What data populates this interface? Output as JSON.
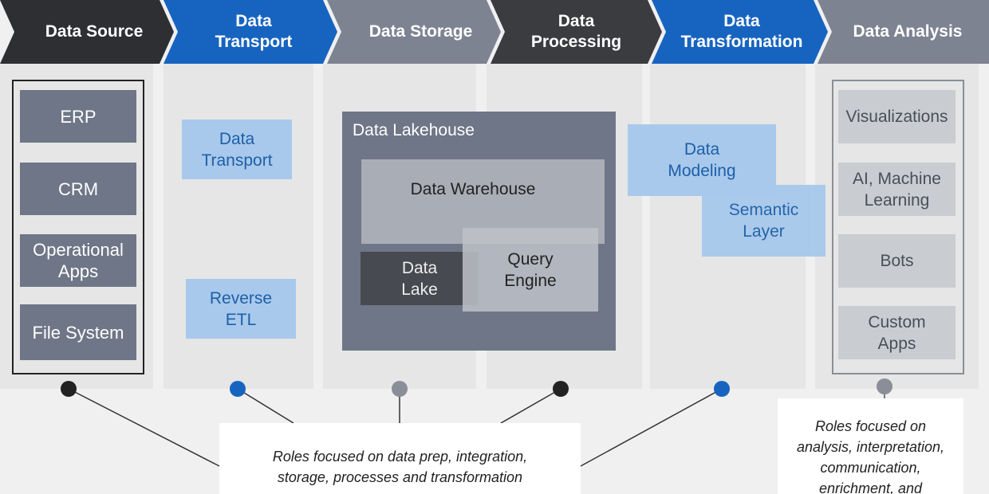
{
  "stages": [
    {
      "label": "Data Source",
      "color": "#2d2f33"
    },
    {
      "label": "Data\nTransport",
      "color": "#1764c0"
    },
    {
      "label": "Data Storage",
      "color": "#7d8391"
    },
    {
      "label": "Data\nProcessing",
      "color": "#3a3c40"
    },
    {
      "label": "Data\nTransformation",
      "color": "#1764c0"
    },
    {
      "label": "Data Analysis",
      "color": "#7d8391"
    }
  ],
  "source_items": [
    "ERP",
    "CRM",
    "Operational\nApps",
    "File System"
  ],
  "transport_items": [
    "Data\nTransport",
    "Reverse\nETL"
  ],
  "storage": {
    "lakehouse": "Data Lakehouse",
    "warehouse": "Data Warehouse",
    "lake": "Data\nLake",
    "query_engine": "Query\nEngine"
  },
  "transformation_items": [
    "Data\nModeling",
    "Semantic\nLayer"
  ],
  "analysis_items": [
    "Visualizations",
    "AI, Machine\nLearning",
    "Bots",
    "Custom\nApps"
  ],
  "notes": {
    "engineering": "Roles focused on data prep, integration,\nstorage, processes and transformation",
    "analysis": "Roles focused on\nanalysis, interpretation,\ncommunication,\nenrichment, and"
  },
  "colors": {
    "dark": "#2d2f33",
    "blue": "#1764c0",
    "gray": "#7d8391"
  }
}
